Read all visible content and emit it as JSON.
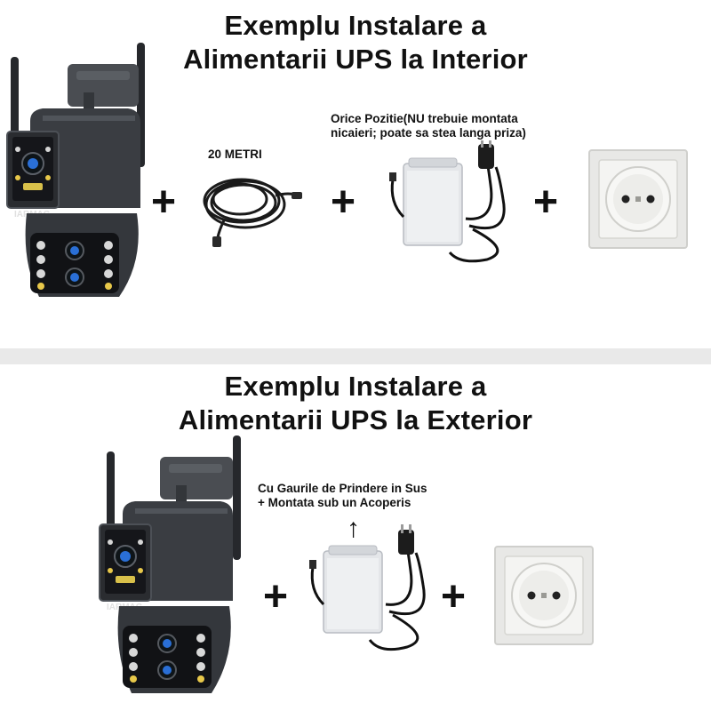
{
  "section_interior": {
    "title_line1": "Exemplu Instalare a",
    "title_line2": "Alimentarii UPS la Interior",
    "cable_label": "20 METRI",
    "position_note_line1": "Orice Pozitie(NU trebuie montata",
    "position_note_line2": "nicaieri; poate sa stea langa priza)",
    "plus": "+"
  },
  "section_exterior": {
    "title_line1": "Exemplu Instalare a",
    "title_line2": "Alimentarii UPS la Exterior",
    "mount_note_line1": "Cu Gaurile de Prindere in Sus",
    "mount_note_line2": "+ Montata sub un Acoperis",
    "arrow": "↑",
    "plus": "+"
  },
  "camera_brand": "IARMAC",
  "colors": {
    "background": "#ffffff",
    "divider": "#e9e9e9",
    "text": "#111111",
    "camera_body": "#3a3d42",
    "camera_dark": "#1c1d20",
    "ups_box": "#e4e6e9",
    "outlet_frame": "#e8e8e6"
  }
}
